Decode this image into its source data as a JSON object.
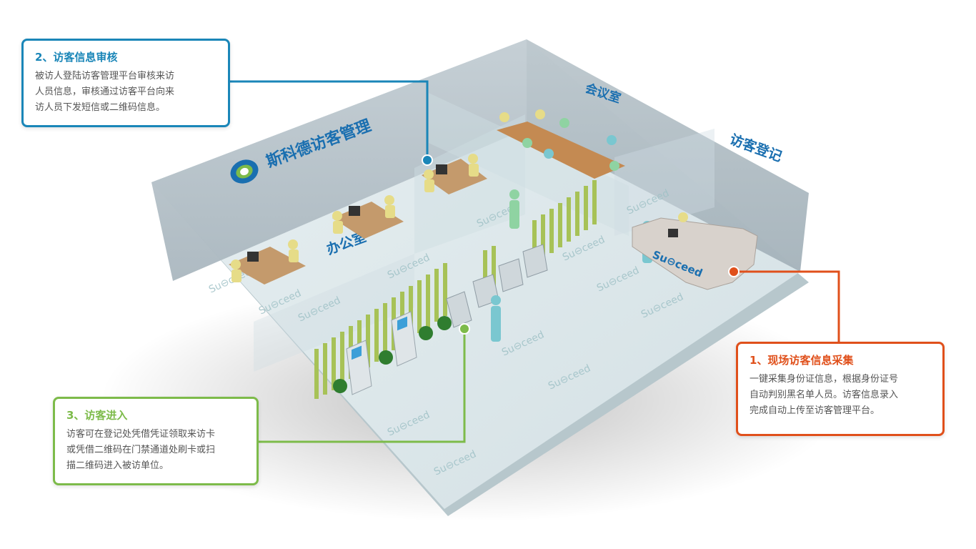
{
  "scene": {
    "brand_title": "斯科德访客管理",
    "zones": {
      "office": "办公室",
      "meeting_room": "会议室",
      "registration": "访客登记"
    },
    "floor_watermark": "Su⊖ceed",
    "desk_logo": "Su⊖ceed",
    "icons": [
      "brand-logo-icon",
      "person-icon",
      "turnstile-icon",
      "kiosk-icon",
      "plant-icon",
      "computer-icon"
    ]
  },
  "callouts": {
    "audit": {
      "title": "2、访客信息审核",
      "lines": [
        "被访人登陆访客管理平台审核来访",
        "人员信息，审核通过访客平台向来",
        "访人员下发短信或二维码信息。"
      ]
    },
    "collect": {
      "title": "1、现场访客信息采集",
      "lines": [
        "一键采集身份证信息，根据身份证号",
        "自动判别黑名单人员。访客信息录入",
        "完成自动上传至访客管理平台。"
      ]
    },
    "enter": {
      "title": "3、访客进入",
      "lines": [
        "访客可在登记处凭借凭证领取来访卡",
        "或凭借二维码在门禁通道处刷卡或扫",
        "描二维码进入被访单位。"
      ]
    }
  },
  "colors": {
    "audit": "#1a86b8",
    "collect": "#e0501b",
    "enter": "#7dbb4a",
    "wall": "#b9c6ce",
    "floor": "#dfe9ec",
    "brand_text": "#1a6fb0"
  }
}
